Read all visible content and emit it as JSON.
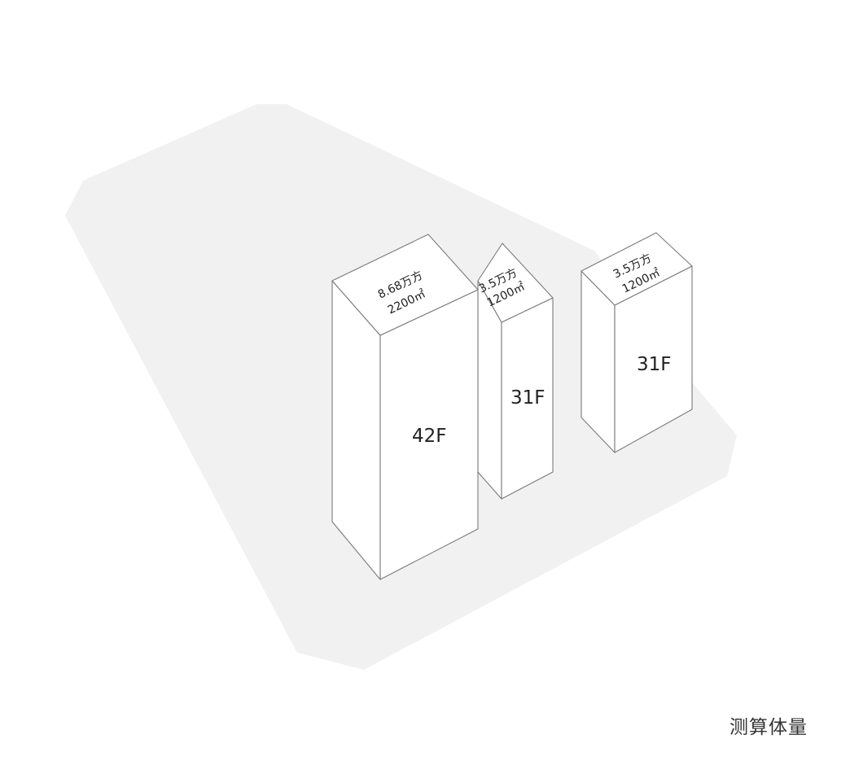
{
  "caption": "测算体量",
  "colors": {
    "background": "#ffffff",
    "site": "#f1f1f1",
    "building_face": "#ffffff",
    "building_stroke": "#7a7a7a",
    "text": "#222222"
  },
  "buildings": [
    {
      "id": "tower-a",
      "floors": "42F",
      "roof_line1": "8.68万方",
      "roof_line2": "2200㎡"
    },
    {
      "id": "tower-b",
      "floors": "31F",
      "roof_line1": "3.5万方",
      "roof_line2": "1200㎡"
    },
    {
      "id": "tower-c",
      "floors": "31F",
      "roof_line1": "3.5万方",
      "roof_line2": "1200㎡"
    }
  ]
}
